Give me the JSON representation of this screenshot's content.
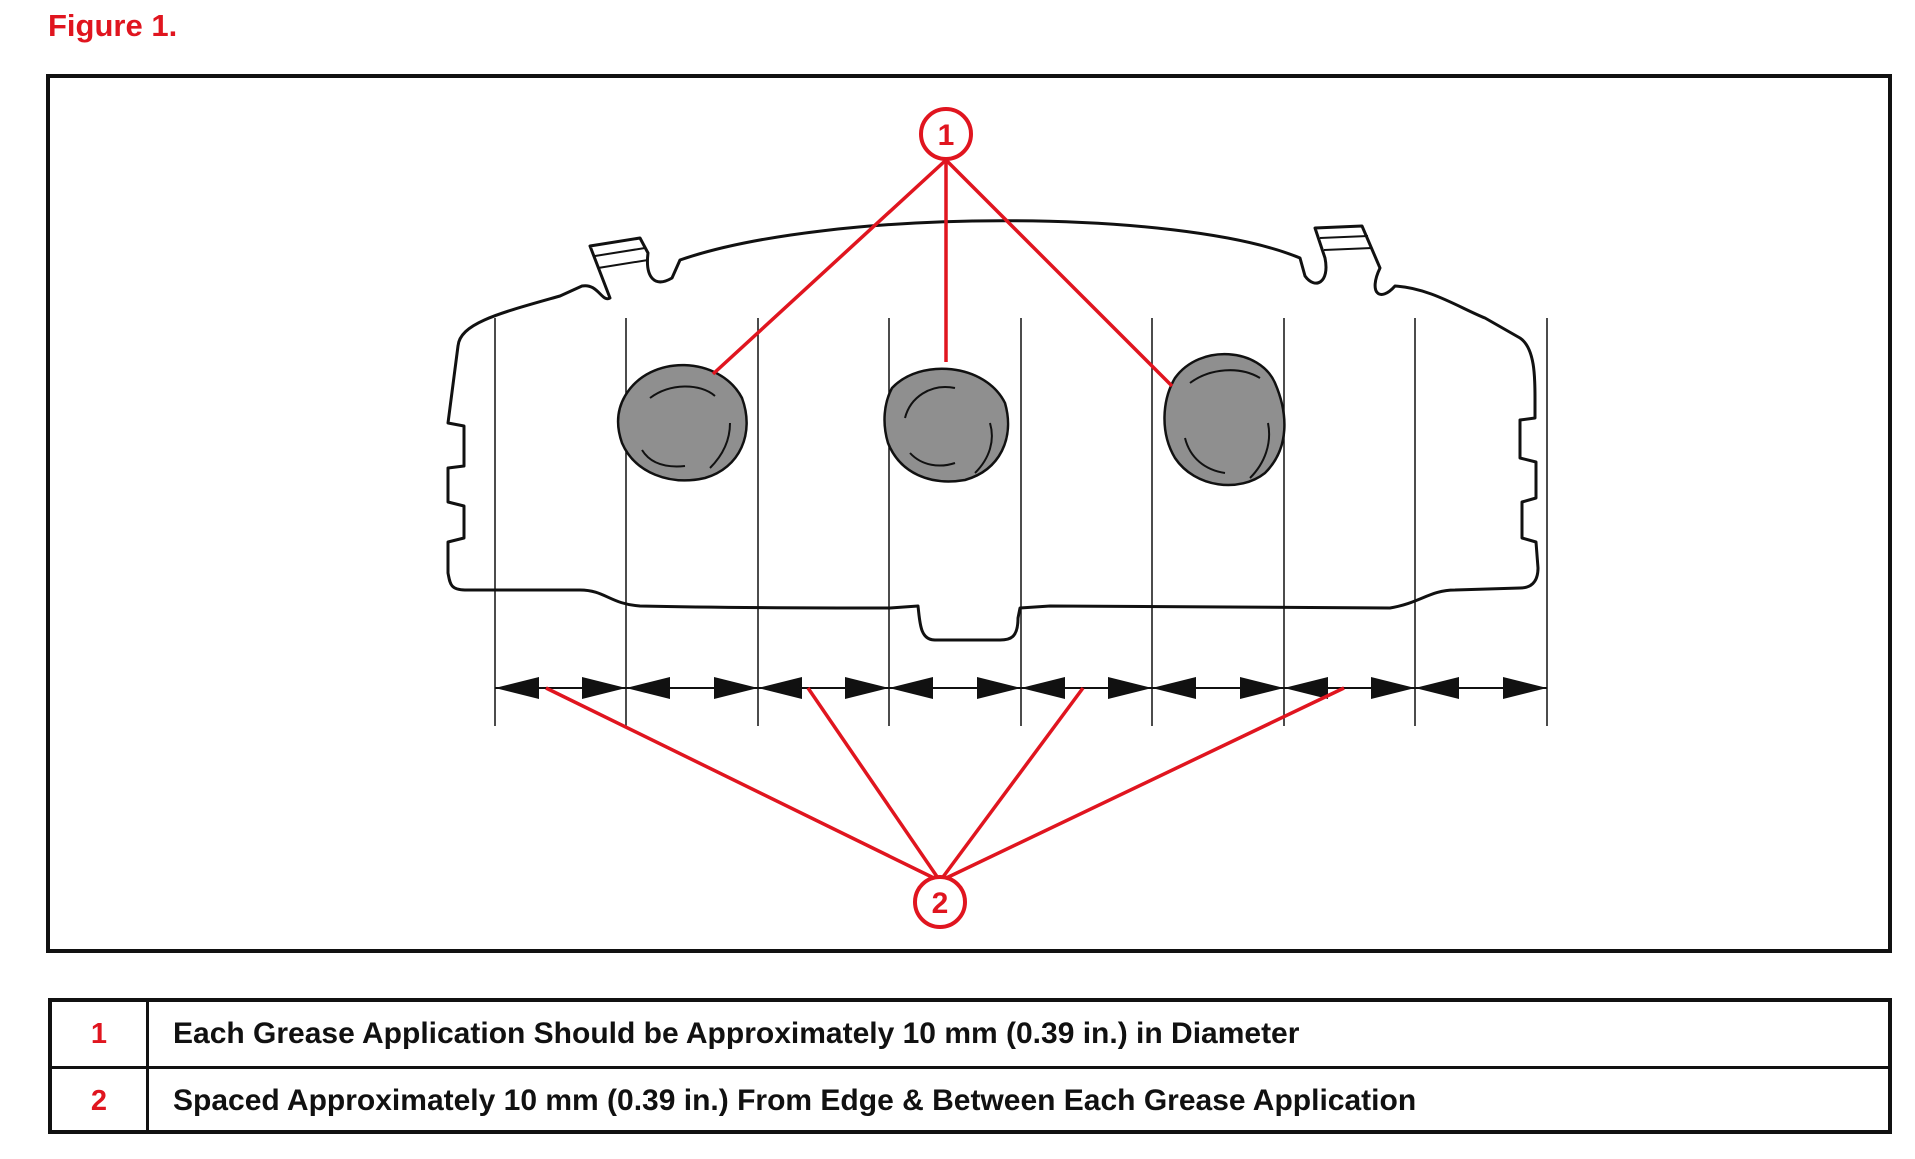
{
  "figure_label": "Figure 1.",
  "callouts": [
    {
      "number": "1"
    },
    {
      "number": "2"
    }
  ],
  "legend": [
    {
      "number": "1",
      "text": "Each Grease Application Should be Approximately 10 mm (0.39 in.) in Diameter"
    },
    {
      "number": "2",
      "text": "Spaced Approximately 10 mm (0.39 in.) From Edge & Between Each Grease Application"
    }
  ],
  "colors": {
    "callout": "#e0151f",
    "grease": "#8f8f8f",
    "outline": "#111111"
  }
}
